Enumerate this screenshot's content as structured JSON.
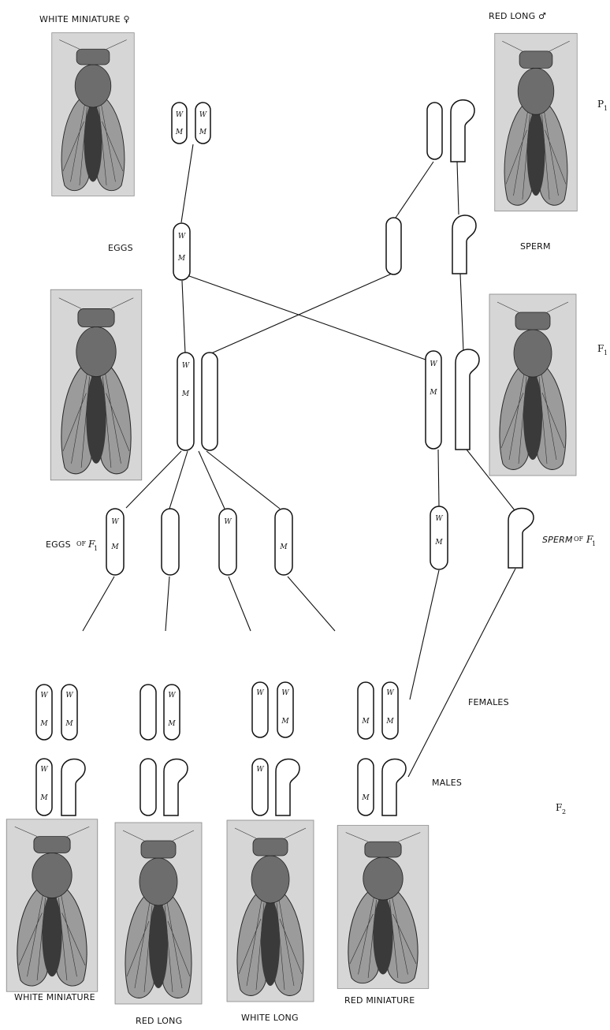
{
  "labels": {
    "white_miniature_female": "WHITE MINIATURE ♀",
    "red_long_male": "RED LONG ♂",
    "p1": "P",
    "p1_sub": "1",
    "eggs": "EGGS",
    "sperm": "SPERM",
    "f1": "F",
    "f1_sub": "1",
    "eggs_of_f1": "EGGS",
    "eggs_of_f1_of": "OF",
    "eggs_of_f1_f": "F",
    "eggs_of_f1_sub": "1",
    "sperm_of_f1": "SPERM",
    "sperm_of_f1_of": "OF",
    "sperm_of_f1_f": "F",
    "sperm_of_f1_sub": "1",
    "females": "FEMALES",
    "males": "MALES",
    "f2": "F",
    "f2_sub": "2",
    "bottom_white_miniature": "WHITE MINIATURE",
    "bottom_red_long": "RED LONG",
    "bottom_white_long": "WHITE LONG",
    "bottom_red_miniature": "RED MINIATURE"
  },
  "genes": {
    "w": "W",
    "m": "M"
  }
}
